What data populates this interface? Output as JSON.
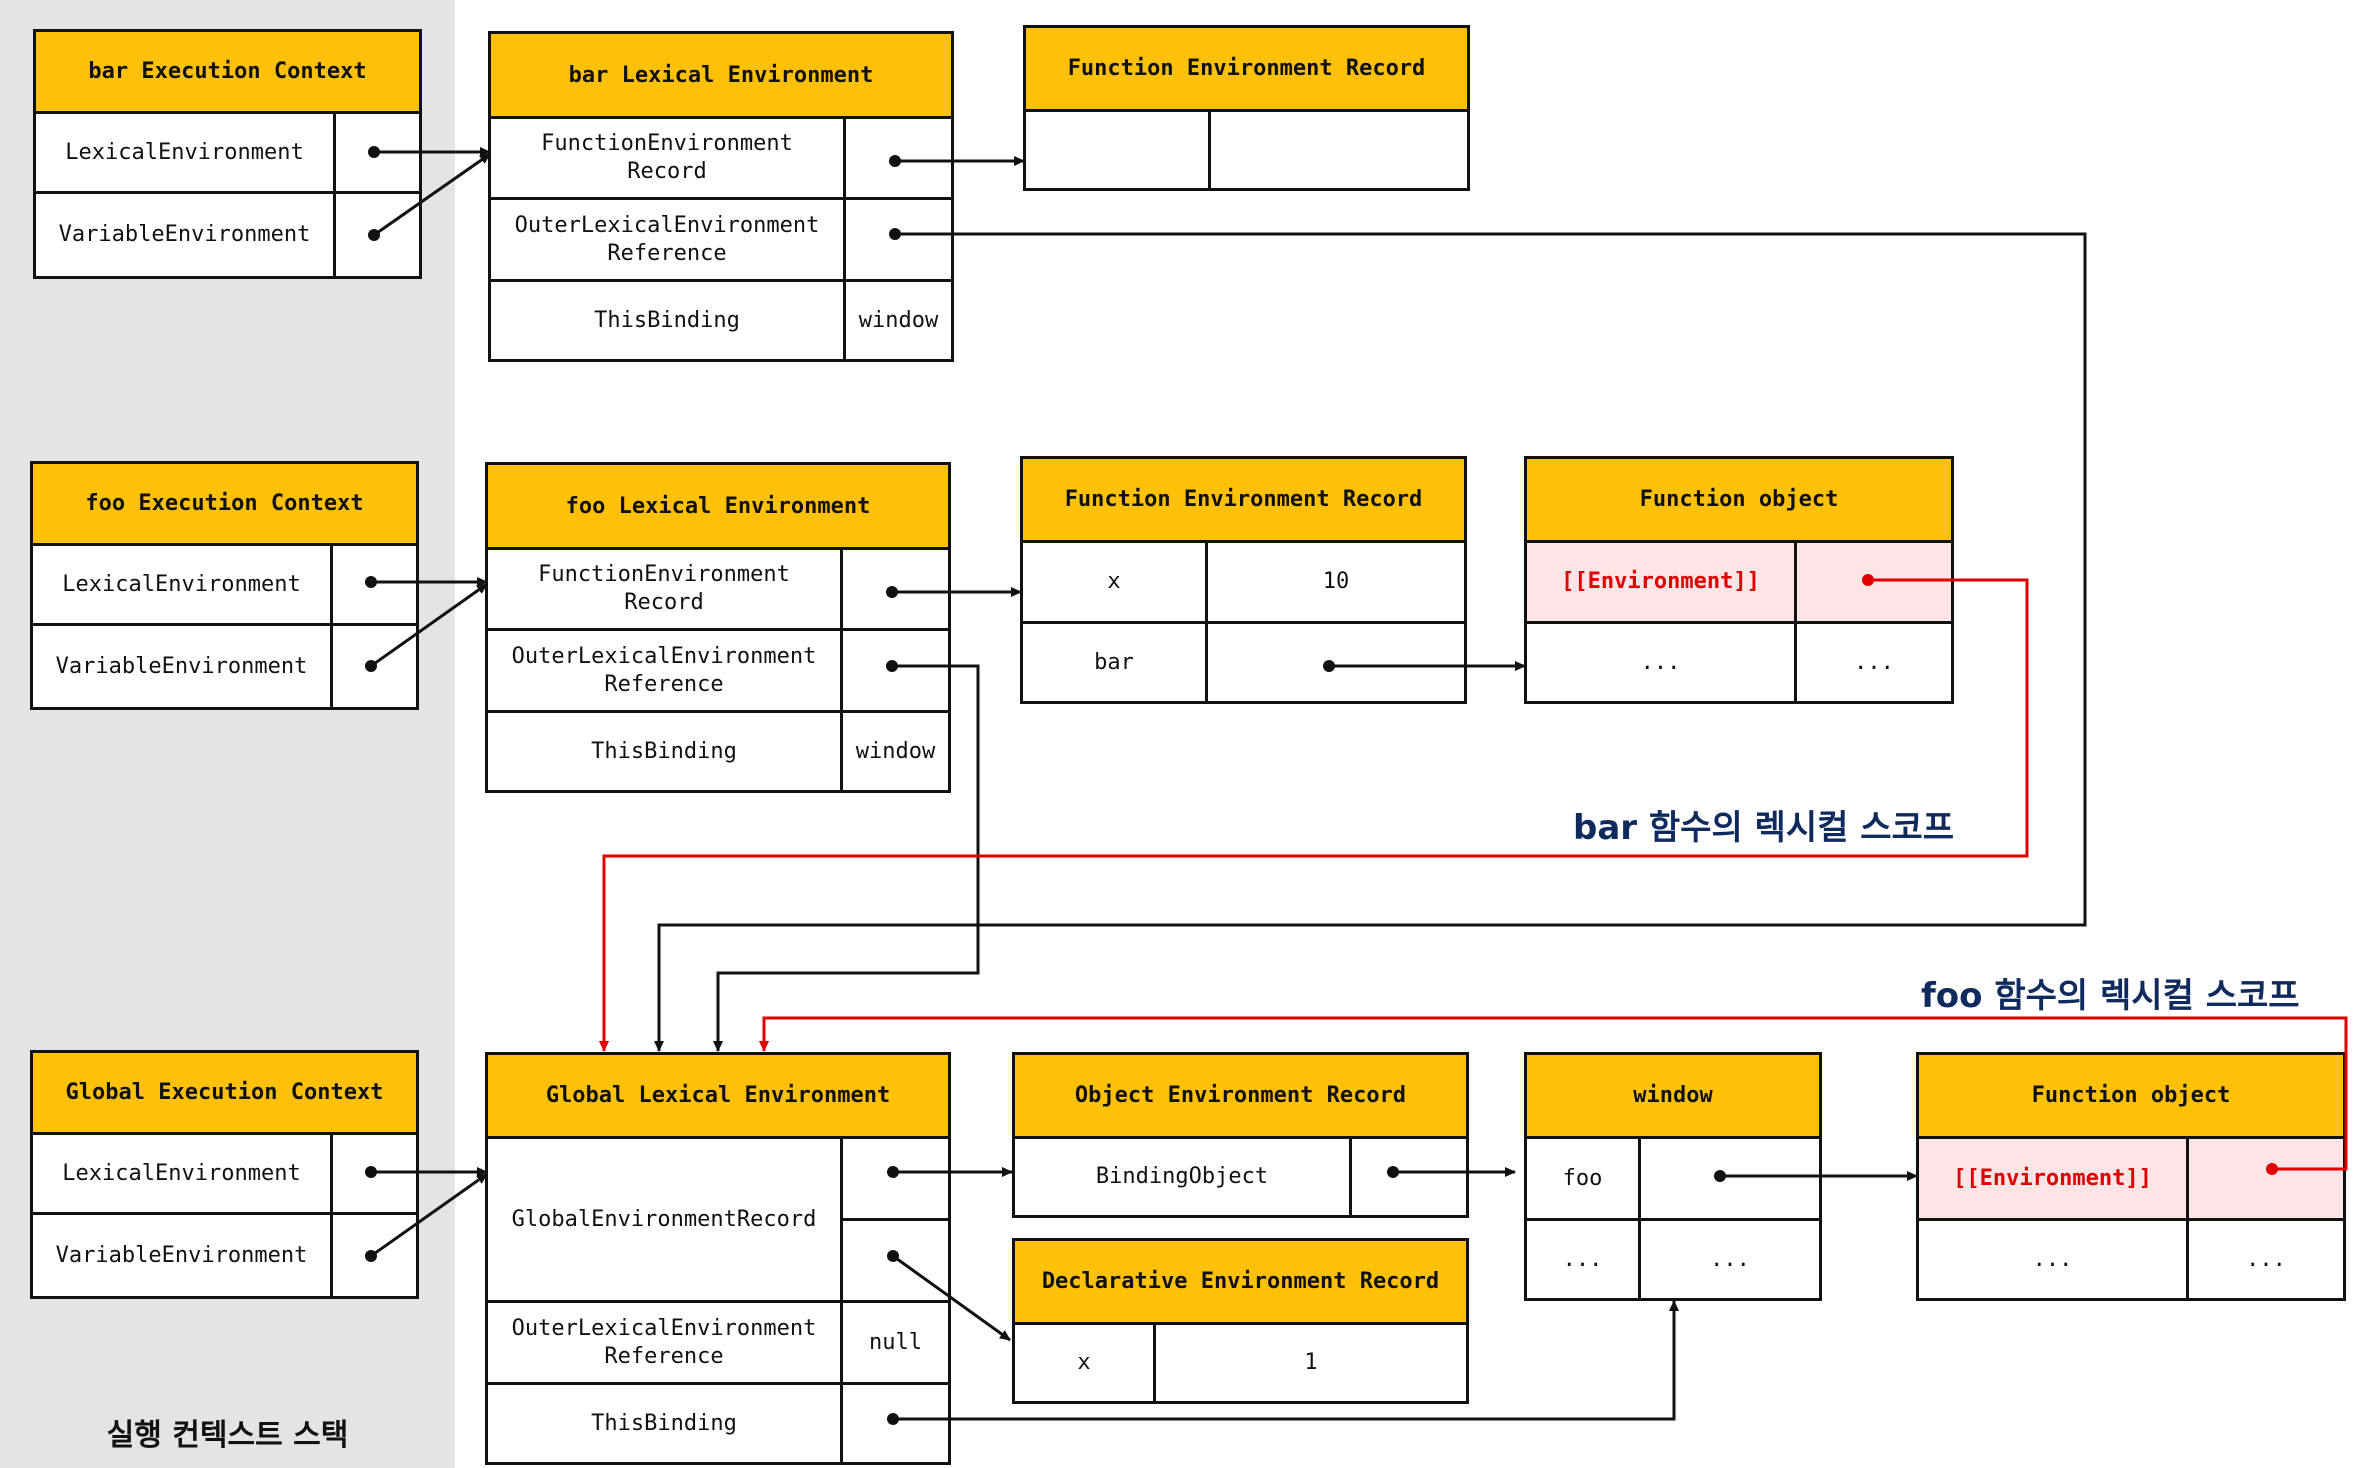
{
  "stack_label": "실행 컨텍스트 스택",
  "execution_contexts": {
    "bar": {
      "title": "bar Execution Context",
      "lexical": "LexicalEnvironment",
      "variable": "VariableEnvironment"
    },
    "foo": {
      "title": "foo Execution Context",
      "lexical": "LexicalEnvironment",
      "variable": "VariableEnvironment"
    },
    "global": {
      "title": "Global Execution Context",
      "lexical": "LexicalEnvironment",
      "variable": "VariableEnvironment"
    }
  },
  "lexical_environments": {
    "bar": {
      "title": "bar Lexical Environment",
      "record": "FunctionEnvironment\nRecord",
      "outer": "OuterLexicalEnvironment\nReference",
      "this": "ThisBinding",
      "this_value": "window"
    },
    "foo": {
      "title": "foo Lexical Environment",
      "record": "FunctionEnvironment\nRecord",
      "outer": "OuterLexicalEnvironment\nReference",
      "this": "ThisBinding",
      "this_value": "window"
    },
    "global": {
      "title": "Global Lexical Environment",
      "record": "GlobalEnvironmentRecord",
      "outer": "OuterLexicalEnvironment\nReference",
      "outer_value": "null",
      "this": "ThisBinding"
    }
  },
  "records": {
    "bar_fer": {
      "title": "Function Environment Record"
    },
    "foo_fer": {
      "title": "Function Environment Record",
      "rows": [
        {
          "name": "x",
          "value": "10"
        },
        {
          "name": "bar",
          "value": ""
        }
      ]
    },
    "object_er": {
      "title": "Object Environment Record",
      "binding": "BindingObject"
    },
    "declarative_er": {
      "title": "Declarative Environment Record",
      "name": "x",
      "value": "1"
    }
  },
  "objects": {
    "bar_fn": {
      "title": "Function object",
      "env": "[[Environment]]",
      "more_left": "...",
      "more_right": "..."
    },
    "foo_fn": {
      "title": "Function object",
      "env": "[[Environment]]",
      "more_left": "...",
      "more_right": "..."
    },
    "window": {
      "title": "window",
      "key": "foo",
      "more_left": "...",
      "more_right": "..."
    }
  },
  "captions": {
    "bar_scope": "bar 함수의 렉시컬 스코프",
    "foo_scope": "foo 함수의 렉시컬 스코프"
  },
  "colors": {
    "header": "#ffc107",
    "highlight": "#fde4e7",
    "scope_arrow": "#e00000",
    "caption": "#0f2a5c",
    "stack_background": "#e4e4e4"
  }
}
